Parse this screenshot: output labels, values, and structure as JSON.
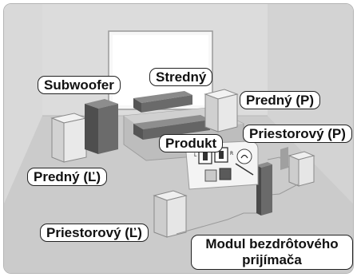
{
  "labels": {
    "subwoofer": "Subwoofer",
    "center": "Stredný",
    "front_right": "Predný (P)",
    "front_left": "Predný (Ľ)",
    "surround_right": "Priestorový (P)",
    "surround_left": "Priestorový (Ľ)",
    "product": "Produkt",
    "wireless_module_line1": "Modul bezdrôtového",
    "wireless_module_line2": "prijímača"
  },
  "module_panel": {
    "left_letter": "L",
    "right_letter": "R"
  },
  "colors": {
    "background": "#e4e4e4",
    "wall": "#d6d6d6",
    "floor": "#c9c9c9",
    "speaker_light": "#e6e6e6",
    "speaker_dark": "#6e6e6e",
    "label_border": "#222222"
  }
}
